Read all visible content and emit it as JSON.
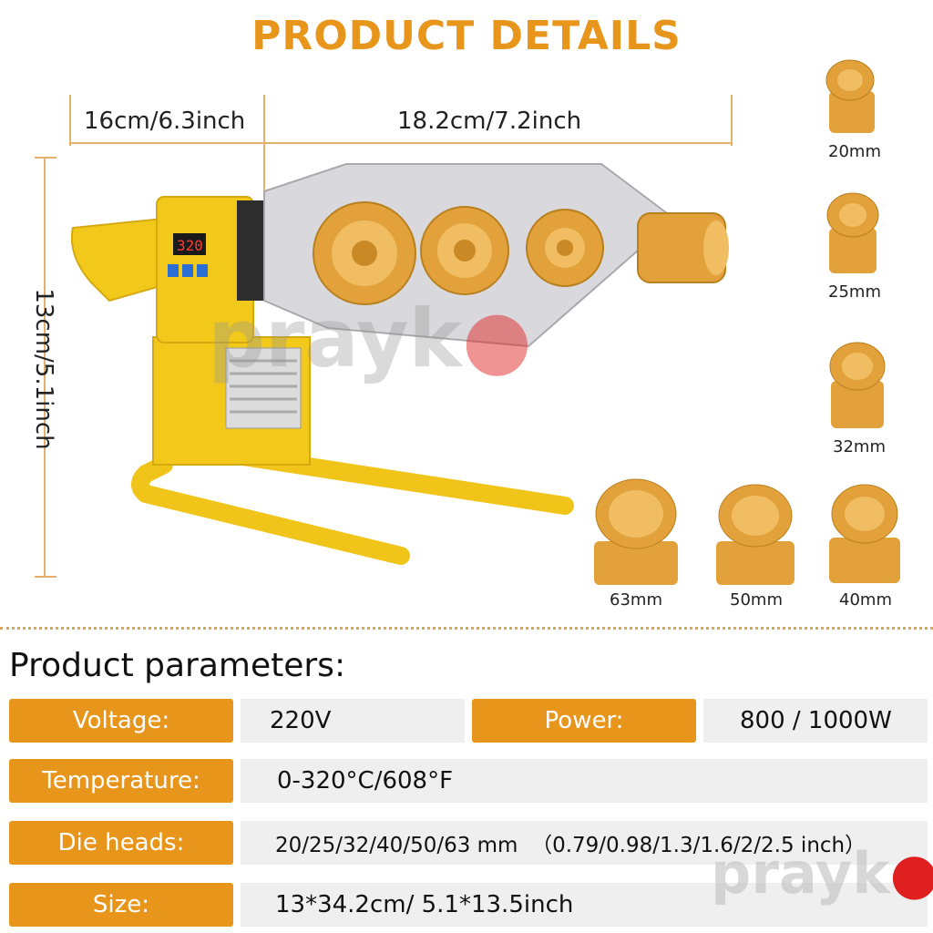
{
  "title": "PRODUCT DETAILS",
  "dimensions": {
    "width_handle": "16cm/6.3inch",
    "width_plate": "18.2cm/7.2inch",
    "height": "13cm/5.1inch"
  },
  "display_reading": "320",
  "die_sizes": [
    "20mm",
    "25mm",
    "32mm",
    "63mm",
    "50mm",
    "40mm"
  ],
  "params_title": "Product parameters:",
  "params": {
    "voltage_label": "Voltage:",
    "voltage_value": "220V",
    "power_label": "Power:",
    "power_value": "800 / 1000W",
    "temperature_label": "Temperature:",
    "temperature_value": "0-320°C/608°F",
    "die_heads_label": "Die heads:",
    "die_heads_value": "20/25/32/40/50/63 mm  （0.79/0.98/1.3/1.6/2/2.5 inch）",
    "size_label": "Size:",
    "size_value": "13*34.2cm/ 5.1*13.5inch"
  },
  "watermark": "prayko",
  "colors": {
    "accent": "#e8951c",
    "machine_yellow": "#f2c91a",
    "die_gold": "#e2a13a",
    "cell_gray": "#efefef"
  }
}
